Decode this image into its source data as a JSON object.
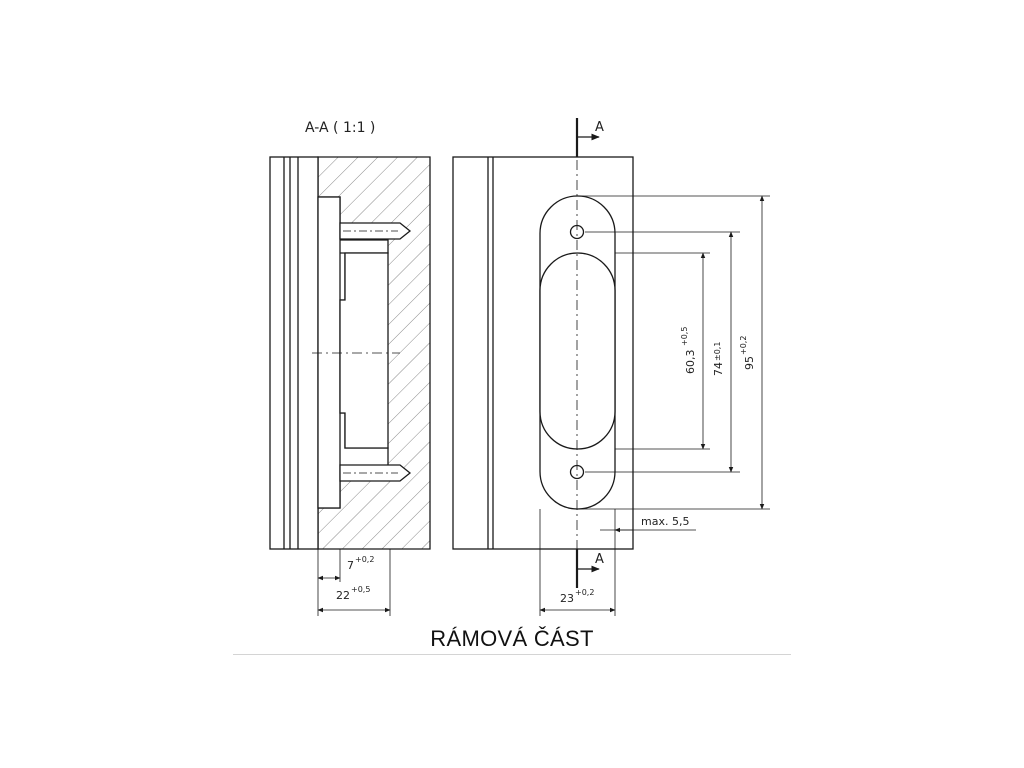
{
  "section_title": "A-A ( 1:1 )",
  "section_marker_top": "A",
  "section_marker_bottom": "A",
  "caption": "RÁMOVÁ ČÁST",
  "dimensions": {
    "depth_7": {
      "value": "7",
      "tolerance": "+0,2"
    },
    "depth_22": {
      "value": "22",
      "tolerance": "+0,5"
    },
    "width_23": {
      "value": "23",
      "tolerance": "+0,2"
    },
    "max_offset": {
      "value": "max. 5,5"
    },
    "length_60": {
      "value": "60,3",
      "tolerance": "+0,5"
    },
    "pitch_74": {
      "value": "74",
      "tolerance": "±0,1"
    },
    "length_95": {
      "value": "95",
      "tolerance": "+0,2"
    }
  },
  "colors": {
    "line": "#1a1a1a",
    "hatch": "#8a8a8a",
    "caption": "#111111"
  }
}
